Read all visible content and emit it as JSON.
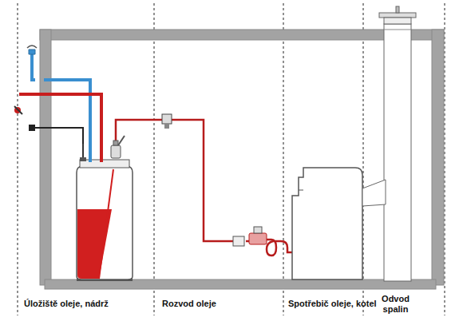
{
  "diagram": {
    "labels": [
      "Úložiště oleje, nádrž",
      "Rozvod oleje",
      "Spotřebič oleje, kotel",
      "Odvod spalin"
    ]
  }
}
